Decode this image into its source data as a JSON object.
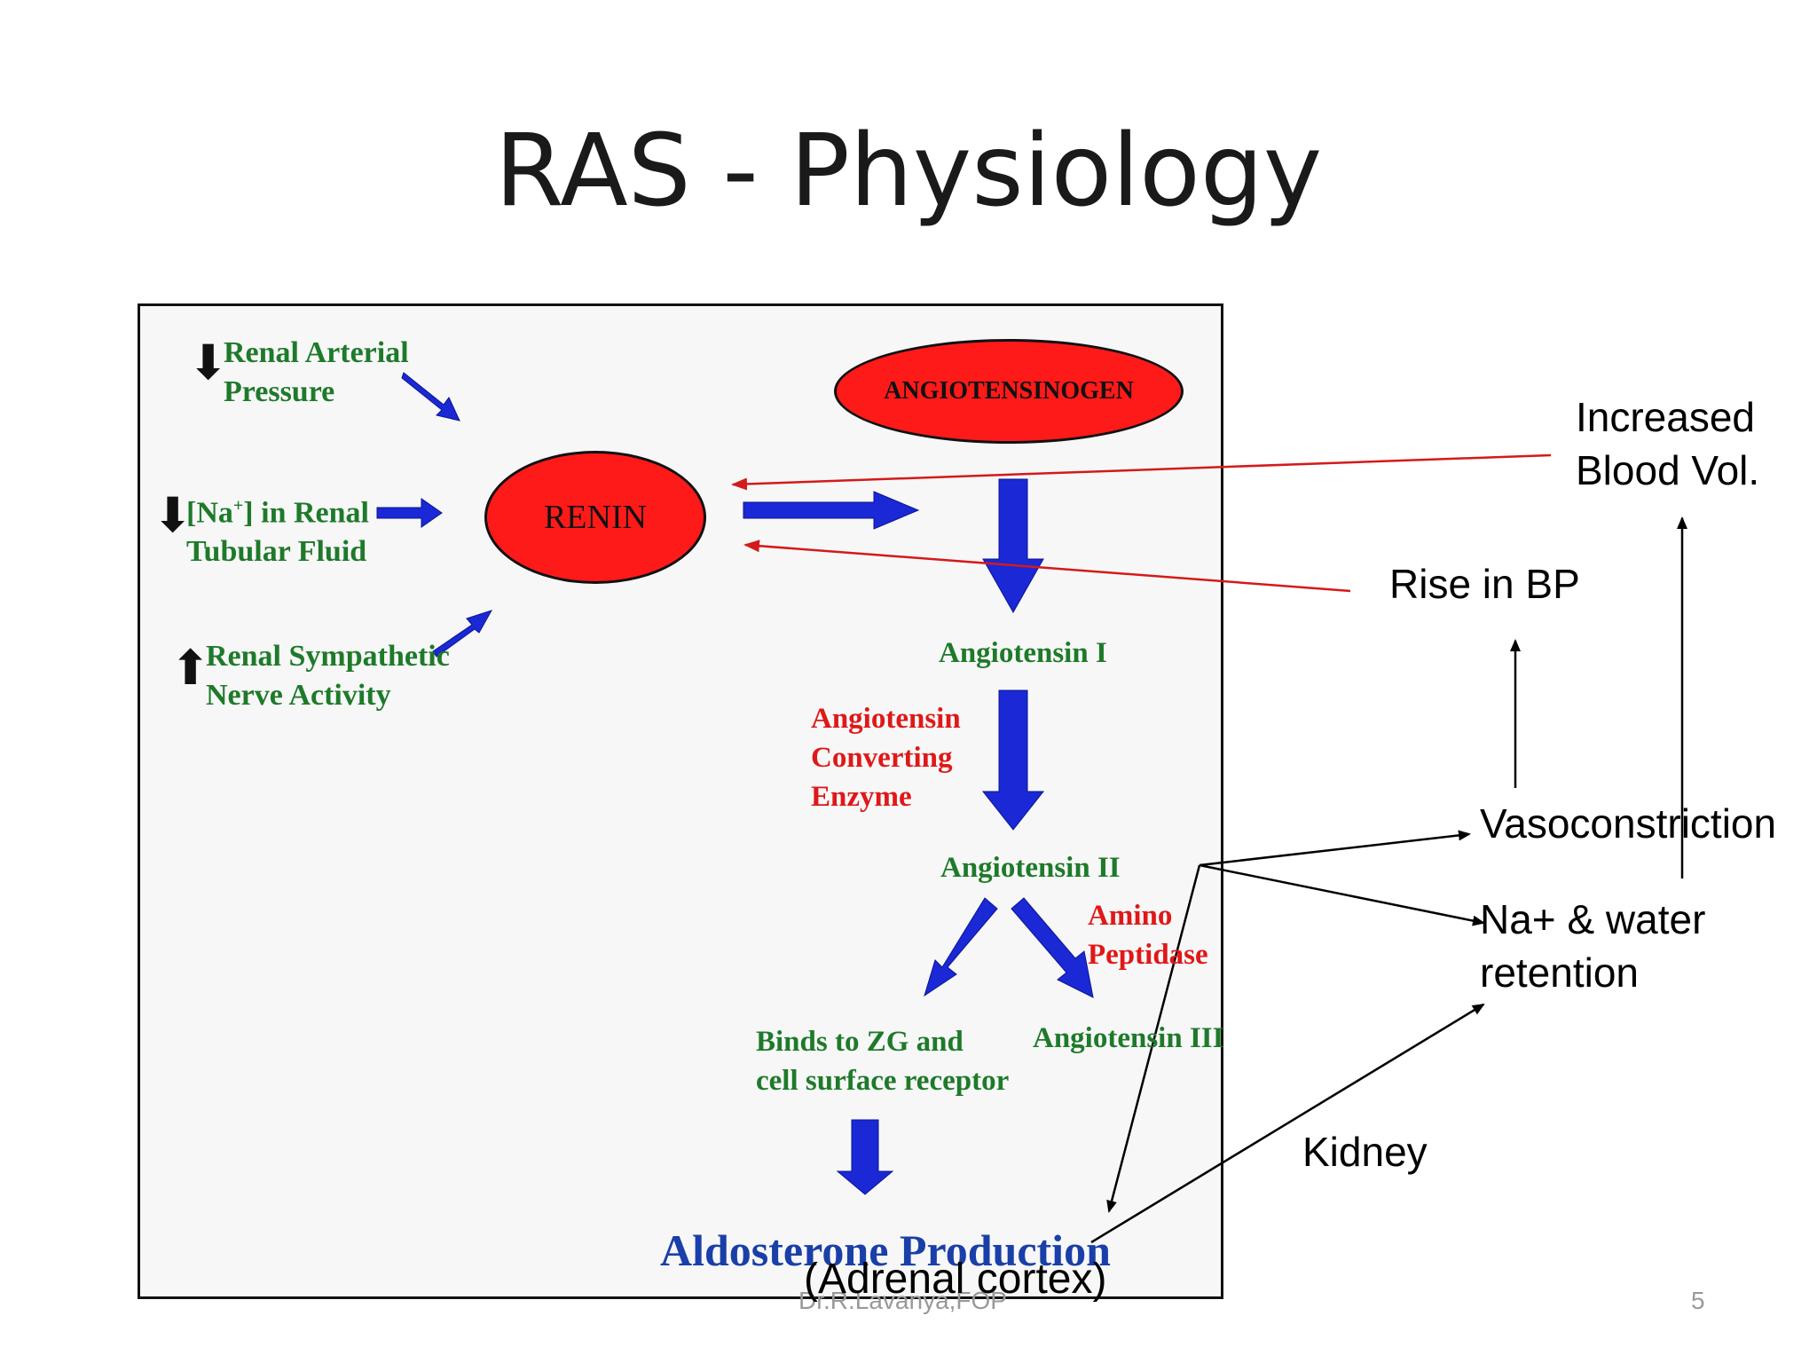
{
  "slide": {
    "title": "RAS - Physiology",
    "footer": "Dr.R.Lavanya,FOP",
    "page_number": "5"
  },
  "diagram": {
    "input_1": {
      "symbol": "⬇",
      "line1": "Renal Arterial",
      "line2": "Pressure"
    },
    "input_2": {
      "symbol": "⬇",
      "line1": "[Na",
      "sup": "+",
      "line1_rest": "] in Renal",
      "line2": "Tubular Fluid"
    },
    "input_3": {
      "symbol": "⬆",
      "line1": "Renal Sympathetic",
      "line2": "Nerve Activity"
    },
    "renin": "RENIN",
    "angiotensinogen": "ANGIOTENSINOGEN",
    "angiotensin_1": "Angiotensin I",
    "ace": {
      "line1": "Angiotensin",
      "line2": "Converting",
      "line3": "Enzyme"
    },
    "angiotensin_2": "Angiotensin II",
    "amino_peptidase": {
      "line1": "Amino",
      "line2": "Peptidase"
    },
    "binds": {
      "line1": "Binds to ZG and",
      "line2": "cell surface receptor"
    },
    "angiotensin_3": "Angiotensin III",
    "aldosterone": "Aldosterone Production",
    "adrenal": "(Adrenal cortex)"
  },
  "annotations": {
    "increased_blood_vol": {
      "line1": "Increased",
      "line2": "Blood Vol."
    },
    "rise_in_bp": "Rise in BP",
    "vasoconstriction": "Vasoconstriction",
    "na_water": {
      "line1": "Na+ & water",
      "line2": "retention"
    },
    "kidney": "Kidney"
  },
  "colors": {
    "renin_fill": "#ff1a1a",
    "flow_arrow": "#1a28d6",
    "feedback_arrow": "#d41a1a",
    "label_green": "#1e7a2a"
  }
}
